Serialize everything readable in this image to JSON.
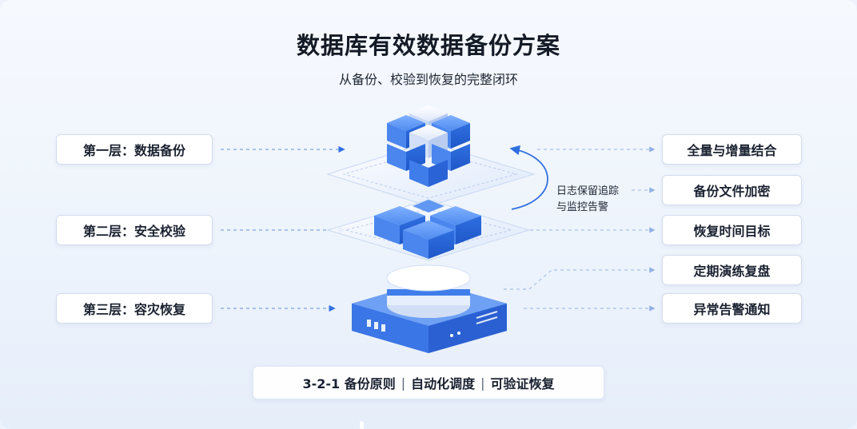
{
  "header": {
    "title": "数据库有效数据备份方案",
    "subtitle": "从备份、校验到恢复的完整闭环"
  },
  "layers": [
    {
      "label": "第一层：数据备份"
    },
    {
      "label": "第二层：安全校验"
    },
    {
      "label": "第三层：容灾恢复"
    }
  ],
  "features": [
    {
      "label": "全量与增量结合"
    },
    {
      "label": "备份文件加密"
    },
    {
      "label": "恢复时间目标"
    },
    {
      "label": "定期演练复盘"
    },
    {
      "label": "异常告警通知"
    }
  ],
  "loop_note": {
    "line1": "日志保留追踪",
    "line2": "与监控告警"
  },
  "footer": {
    "part1": "3-2-1 备份原则",
    "separator": "|",
    "part2": "自动化调度",
    "part3": "可验证恢复"
  },
  "colors": {
    "accent": "#2f6fe0",
    "cube_light": "#dbe6fb",
    "cube_blue": "#3b7be8",
    "connector": "#7fa3dc"
  }
}
